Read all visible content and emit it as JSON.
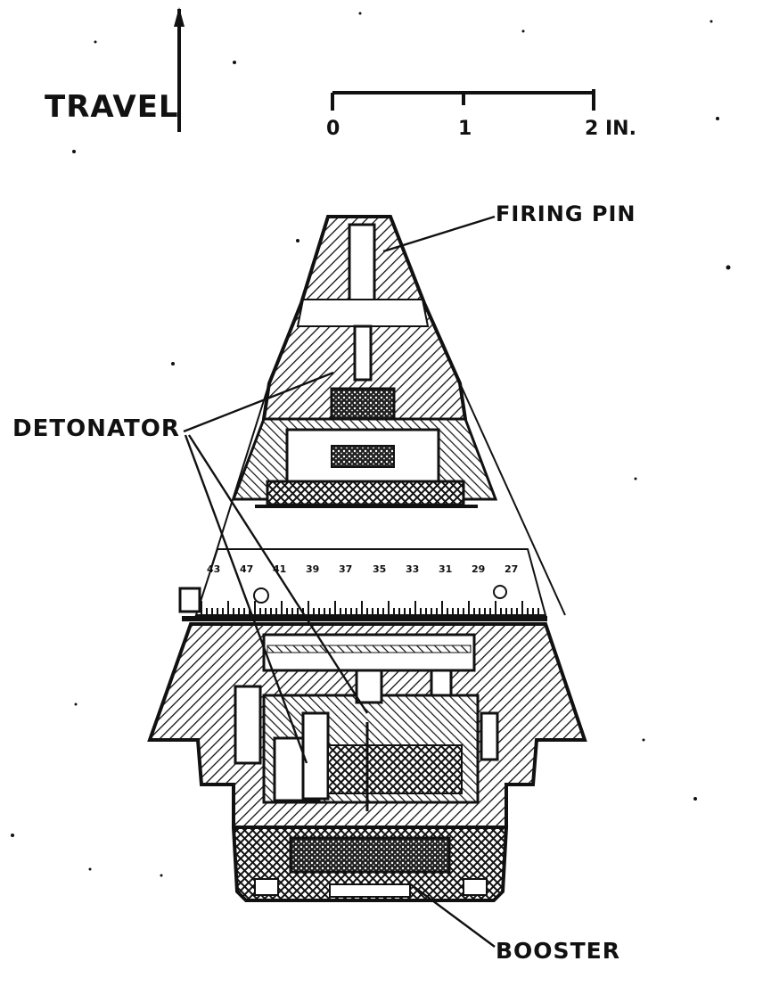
{
  "labels": {
    "travel": "TRAVEL",
    "firing_pin": "FIRING PIN",
    "detonator": "DETONATOR",
    "booster": "BOOSTER"
  },
  "scale": {
    "ticks": [
      "0",
      "1",
      "2 IN."
    ]
  },
  "dial_numbers": [
    "43",
    "47",
    "41",
    "39",
    "37",
    "35",
    "33",
    "31",
    "29",
    "27"
  ],
  "colors": {
    "ink": "#111111",
    "paper": "#ffffff"
  }
}
